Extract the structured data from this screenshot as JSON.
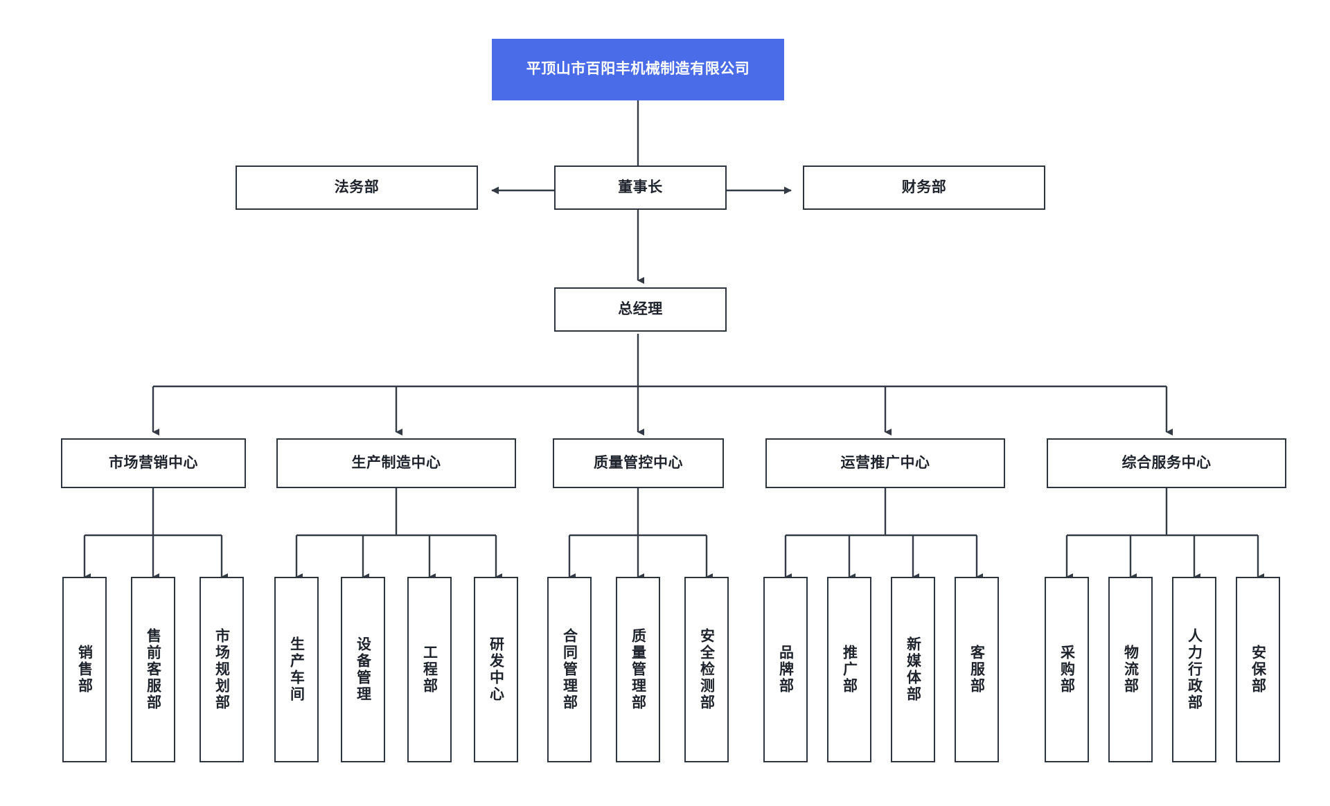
{
  "chart_data": {
    "type": "diagram",
    "diagram_kind": "organization-chart",
    "title": "平顶山市百阳丰机械制造有限公司组织架构图",
    "orientation": "top-down",
    "levels": 5,
    "node_count": 27
  },
  "theme": {
    "root_fill": "#4a6ce8",
    "root_text": "#ffffff",
    "box_fill": "#ffffff",
    "box_border": "#2c3440",
    "box_text": "#1d222b",
    "connector": "#333a44",
    "page_background": "#ffffff"
  },
  "root": {
    "label": "平顶山市百阳丰机械制造有限公司"
  },
  "level2": {
    "chairman": {
      "label": "董事长"
    },
    "left_staff": {
      "label": "法务部"
    },
    "right_staff": {
      "label": "财务部"
    }
  },
  "level3": {
    "general_manager": {
      "label": "总经理"
    }
  },
  "centers": [
    {
      "id": "marketing",
      "label": "市场营销中心",
      "departments": [
        {
          "label": "销售部"
        },
        {
          "label": "售前客服部"
        },
        {
          "label": "市场规划部"
        }
      ]
    },
    {
      "id": "manufacturing",
      "label": "生产制造中心",
      "departments": [
        {
          "label": "生产车间"
        },
        {
          "label": "设备管理"
        },
        {
          "label": "工程部"
        },
        {
          "label": "研发中心"
        }
      ]
    },
    {
      "id": "quality",
      "label": "质量管控中心",
      "departments": [
        {
          "label": "合同管理部"
        },
        {
          "label": "质量管理部"
        },
        {
          "label": "安全检测部"
        }
      ]
    },
    {
      "id": "operations",
      "label": "运营推广中心",
      "departments": [
        {
          "label": "品牌部"
        },
        {
          "label": "推广部"
        },
        {
          "label": "新媒体部"
        },
        {
          "label": "客服部"
        }
      ]
    },
    {
      "id": "services",
      "label": "综合服务中心",
      "departments": [
        {
          "label": "采购部"
        },
        {
          "label": "物流部"
        },
        {
          "label": "人力行政部"
        },
        {
          "label": "安保部"
        }
      ]
    }
  ]
}
